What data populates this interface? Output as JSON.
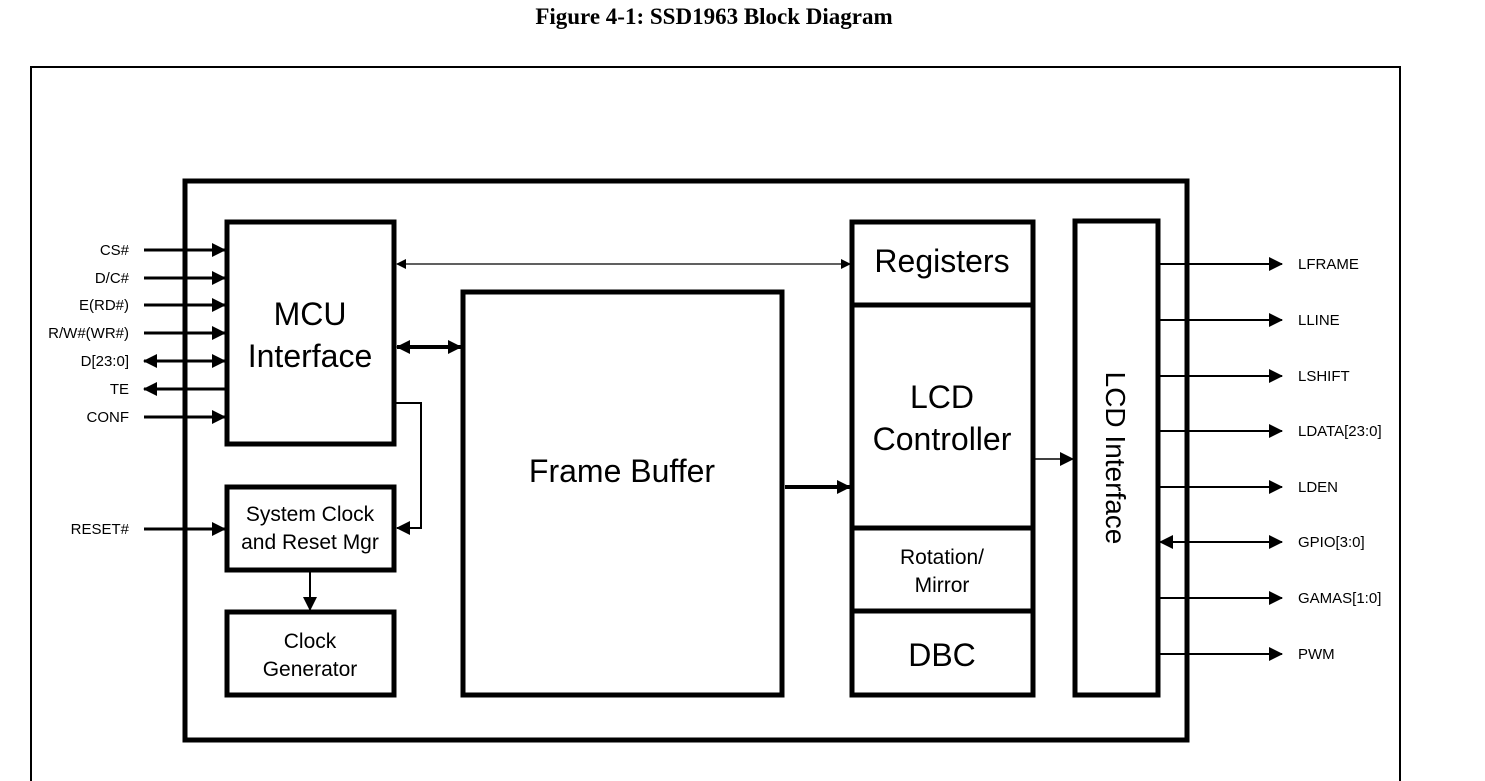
{
  "title": "Figure 4-1: SSD1963 Block Diagram",
  "colors": {
    "line": "#000000",
    "background": "#ffffff"
  },
  "blocks": {
    "mcu_interface": [
      "MCU",
      "Interface"
    ],
    "system_clock": [
      "System Clock",
      "and Reset Mgr"
    ],
    "clock_generator": [
      "Clock",
      "Generator"
    ],
    "frame_buffer": "Frame Buffer",
    "registers": "Registers",
    "lcd_controller": [
      "LCD",
      "Controller"
    ],
    "rotation_mirror": [
      "Rotation/",
      "Mirror"
    ],
    "dbc": "DBC",
    "lcd_interface": "LCD Interface"
  },
  "input_pins": [
    {
      "name": "CS#",
      "direction": "in"
    },
    {
      "name": "D/C#",
      "direction": "in"
    },
    {
      "name": "E(RD#)",
      "direction": "in"
    },
    {
      "name": "R/W#(WR#)",
      "direction": "in"
    },
    {
      "name": "D[23:0]",
      "direction": "bidirectional"
    },
    {
      "name": "TE",
      "direction": "out"
    },
    {
      "name": "CONF",
      "direction": "in"
    },
    {
      "name": "RESET#",
      "direction": "in"
    }
  ],
  "output_pins": [
    {
      "name": "LFRAME",
      "direction": "out"
    },
    {
      "name": "LLINE",
      "direction": "out"
    },
    {
      "name": "LSHIFT",
      "direction": "out"
    },
    {
      "name": "LDATA[23:0]",
      "direction": "out"
    },
    {
      "name": "LDEN",
      "direction": "out"
    },
    {
      "name": "GPIO[3:0]",
      "direction": "bidirectional"
    },
    {
      "name": "GAMAS[1:0]",
      "direction": "out"
    },
    {
      "name": "PWM",
      "direction": "out"
    }
  ]
}
